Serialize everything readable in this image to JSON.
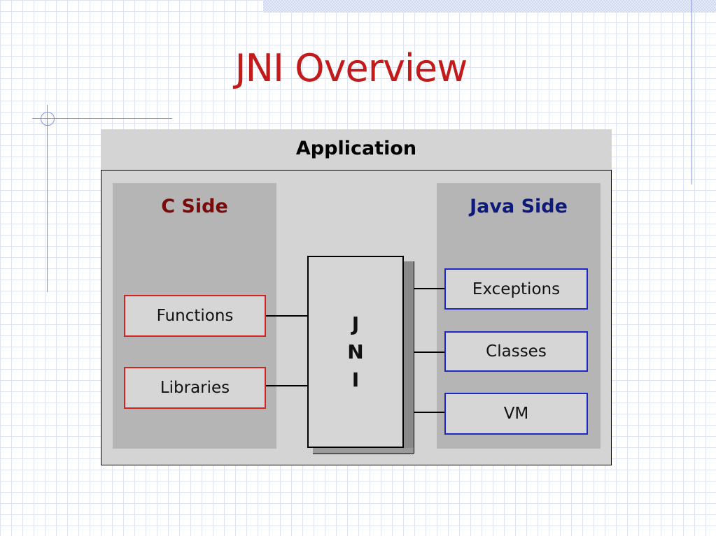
{
  "slide": {
    "title": "JNI Overview"
  },
  "diagram": {
    "application_label": "Application",
    "c_side": {
      "title": "C Side",
      "items": [
        "Functions",
        "Libraries"
      ]
    },
    "jni": {
      "letters": [
        "J",
        "N",
        "I"
      ]
    },
    "java_side": {
      "title": "Java Side",
      "items": [
        "Exceptions",
        "Classes",
        "VM"
      ]
    }
  },
  "colors": {
    "title": "#c41a1a",
    "c_side_title": "#7a0a0a",
    "java_side_title": "#0e1a7a",
    "c_box_border": "#d22222",
    "java_box_border": "#1c28c8"
  }
}
